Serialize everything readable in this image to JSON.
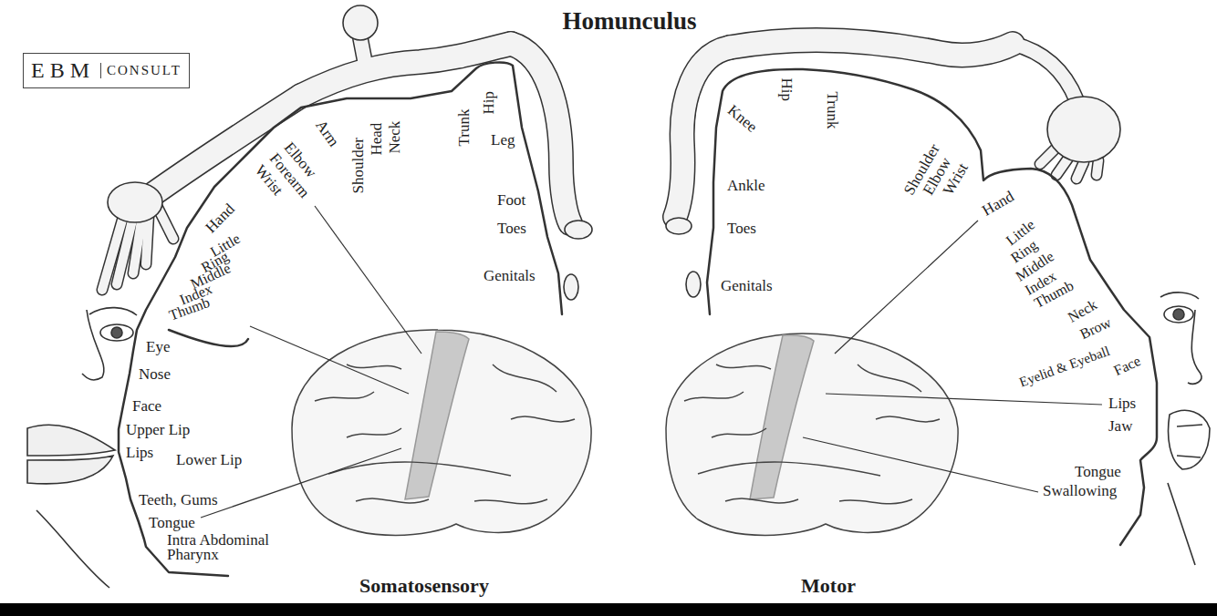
{
  "diagram": {
    "title": "Homunculus",
    "nodes": [
      {
        "text": [
          "EBM",
          "CONSULT"
        ]
      }
    ],
    "labels": [
      "Arm",
      "Elbow",
      "Forearm",
      "Wrist",
      "Shoulder",
      "Head",
      "Neck",
      "Trunk",
      "Hip",
      "Leg",
      "Foot",
      "Toes",
      "Genitals",
      "Hand",
      "Little",
      "Ring",
      "Middle",
      "Index",
      "Thumb",
      "Eye",
      "Nose",
      "Face",
      "Upper Lip",
      "Lips",
      "Lower Lip",
      "Teeth, Gums",
      "Tongue",
      "Intra Abdominal",
      "Pharynx",
      "Somatosensory",
      "Hip",
      "Trunk",
      "Knee",
      "Ankle",
      "Toes",
      "Genitals",
      "Shoulder",
      "Elbow",
      "Wrist",
      "Hand",
      "Little",
      "Ring",
      "Middle",
      "Index",
      "Thumb",
      "Neck",
      "Brow",
      "Eyelid & Eyeball",
      "Face",
      "Lips",
      "Jaw",
      "Tongue",
      "Swallowing",
      "Motor"
    ]
  }
}
